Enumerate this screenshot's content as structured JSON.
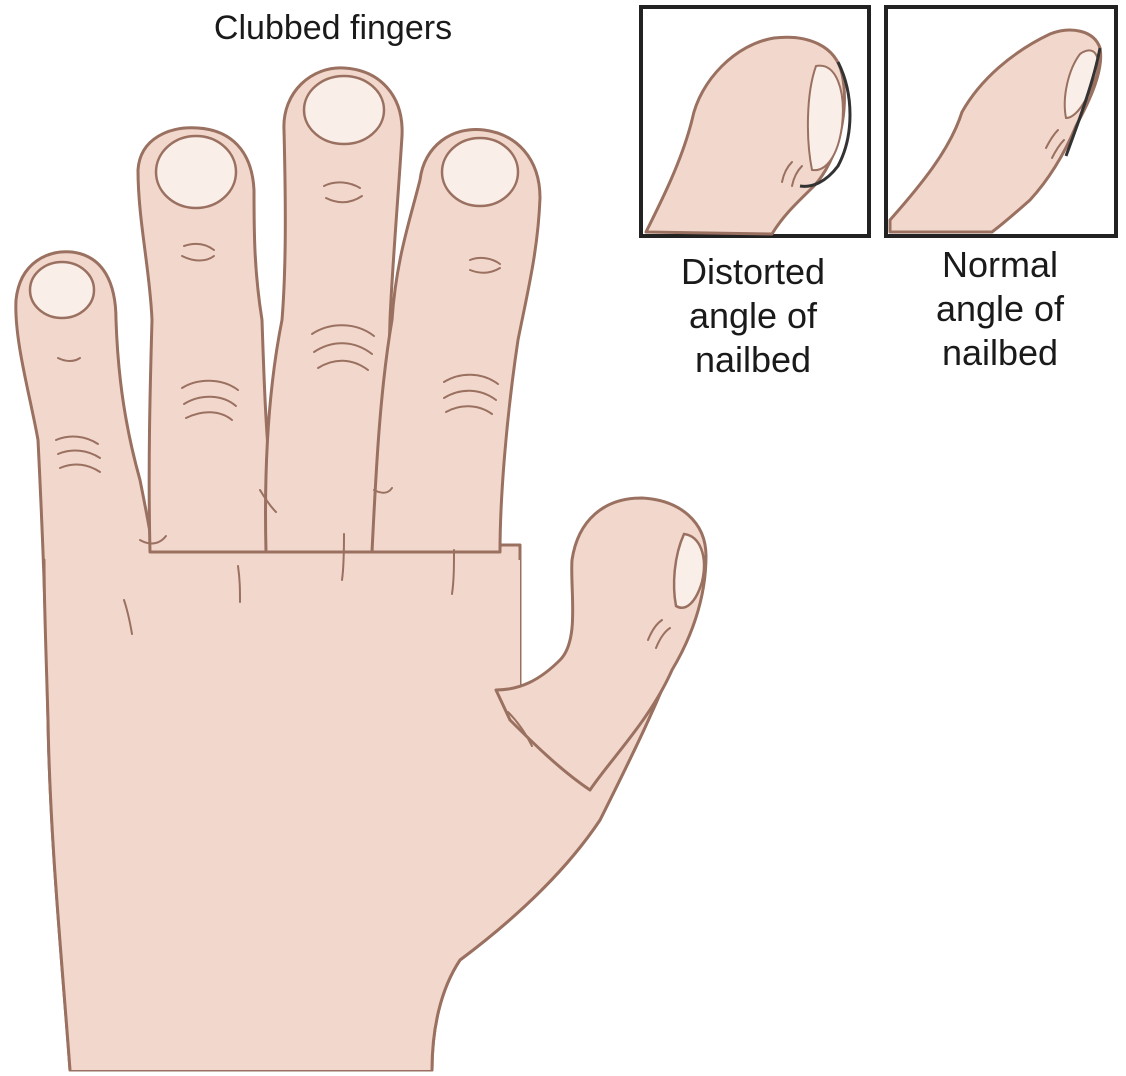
{
  "title": "Clubbed fingers",
  "captions": {
    "distorted": [
      "Distorted",
      "angle of",
      "nailbed"
    ],
    "normal": [
      "Normal",
      "angle of",
      "nailbed"
    ]
  },
  "colors": {
    "skin": "#f2d8cc",
    "outline": "#9a7060",
    "nail": "#faeee8",
    "frame": "#222222",
    "nail_edge": "#333333"
  }
}
